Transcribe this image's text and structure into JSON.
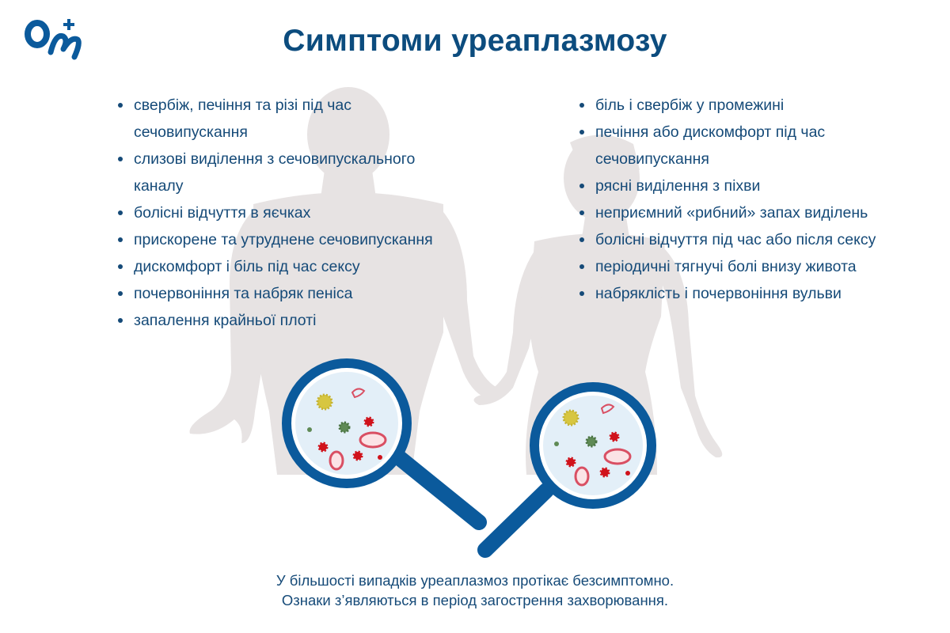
{
  "brand": {
    "logo_icon": "oh-plus-logo-icon",
    "color": "#0b5a9c"
  },
  "title": "Симптоми уреаплазмозу",
  "men_symptoms": [
    "свербіж, печіння та різі під час сечовипускання",
    "слизові виділення з сечовипускального каналу",
    "болісні відчуття в яєчках",
    "прискорене та утруднене сечовипускання",
    "дискомфорт і біль під час сексу",
    "почервоніння та набряк пеніса",
    "запалення крайньої плоті"
  ],
  "women_symptoms": [
    "біль і свербіж у промежині",
    "печіння або дискомфорт під час сечовипускання",
    "рясні виділення з піхви",
    "неприємний «рибний» запах виділень",
    "болісні відчуття під час або після сексу",
    "періодичні тягнучі болі внизу живота",
    "набряклість і почервоніння вульви"
  ],
  "footnote": {
    "line1": "У більшості випадків уреаплазмоз протікає безсимптомно.",
    "line2": "Ознаки з’являються в період загострення захворювання."
  },
  "colors": {
    "title": "#0c4c7e",
    "text": "#154a78",
    "silhouette": "#e7e3e3",
    "magnifier": "#0b5a9c",
    "lens": "#e3eff8",
    "microbe_red": "#d0121b",
    "microbe_green": "#5f8a55",
    "microbe_yellow": "#d7c640",
    "microbe_pink": "#d94f63"
  },
  "icons": [
    "man-silhouette-icon",
    "woman-silhouette-icon",
    "magnifier-icon",
    "bacteria-icon"
  ]
}
